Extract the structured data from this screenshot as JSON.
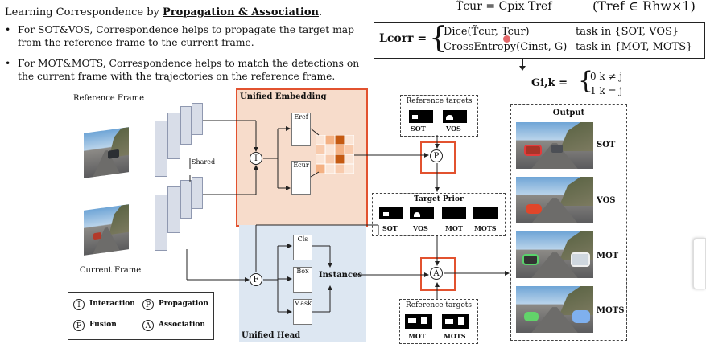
{
  "header": {
    "title_prefix": "Learning Correspondence by ",
    "title_bold": "Propagation & Association",
    "title_suffix": ".",
    "bullet1": "For SOT&VOS, Correspondence helps to propagate the target map from the reference frame to the current frame.",
    "bullet2": "For MOT&MOTS, Correspondence helps to match the detections on the current frame with the trajectories on the reference frame."
  },
  "equations": {
    "tcur": "T̃cur = Cpix Tref",
    "tref_space": "(Tref ∈ Rhw×1)",
    "lcorr": "Lcorr =",
    "dice": "Dice(T̃cur, Tcur)",
    "task1": "task in {SOT, VOS}",
    "ce": "CrossEntropy(Cinst, G)",
    "task2": "task in {MOT, MOTS}",
    "g_lhs": "Gi,k =",
    "g_case1": "0   k ≠ j",
    "g_case2": "1   k = j"
  },
  "diagram": {
    "reference_frame": "Reference Frame",
    "current_frame": "Current Frame",
    "shared": "Shared",
    "unified_embedding": "Unified Embedding",
    "eref": "Eref",
    "ecur": "Ecur",
    "unified_head": "Unified Head",
    "cls": "Cls",
    "box": "Box",
    "mask": "Mask",
    "instances": "Instances",
    "ref_targets_top": "Reference targets",
    "ref_targets_bottom": "Reference targets",
    "target_prior": "Target Prior",
    "sot": "SOT",
    "vos": "VOS",
    "mot": "MOT",
    "mots": "MOTS",
    "output": "Output",
    "out_sot": "SOT",
    "out_vos": "VOS",
    "out_mot": "MOT",
    "out_mots": "MOTS",
    "op_i": "I",
    "op_p": "P",
    "op_f": "F",
    "op_a": "A"
  },
  "legend": {
    "interaction": "Interaction",
    "propagation": "Propagation",
    "fusion": "Fusion",
    "association": "Association",
    "i": "I",
    "p": "P",
    "f": "F",
    "a": "A"
  },
  "colors": {
    "embedding_bg": "#f7dccb",
    "embedding_border": "#e2522f",
    "head_bg": "#dde7f2",
    "highlight_red": "#e2522f"
  }
}
